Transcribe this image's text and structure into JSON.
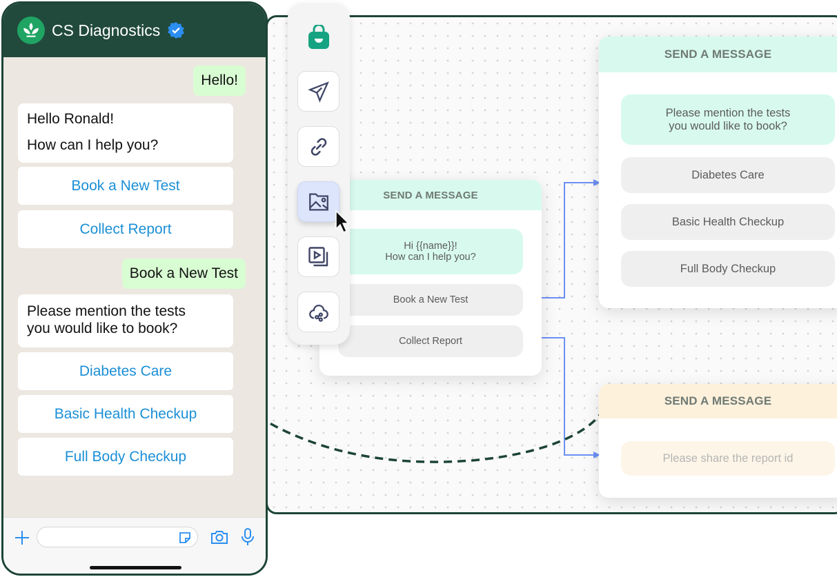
{
  "phone": {
    "title": "CS Diagnostics",
    "messages": [
      {
        "from": "user",
        "text": "Hello!"
      },
      {
        "from": "bot",
        "lines": [
          "Hello Ronald!",
          "How can I help you?"
        ]
      },
      {
        "from": "user",
        "text": "Book a New Test"
      },
      {
        "from": "bot",
        "lines": [
          "Please mention the tests",
          "you would like to book?"
        ]
      }
    ],
    "quick_replies_1": [
      "Book a New Test",
      "Collect Report"
    ],
    "quick_replies_2": [
      "Diabetes Care",
      "Basic Health Checkup",
      "Full Body Checkup"
    ],
    "input_placeholder": ""
  },
  "toolbar": {
    "tools": [
      "send-message",
      "link",
      "image",
      "video",
      "cloud-share"
    ],
    "active": "image"
  },
  "flow": {
    "card1": {
      "header": "SEND A MESSAGE",
      "message": [
        "Hi {{name}}!",
        "How can I help you?"
      ],
      "buttons": [
        "Book a New Test",
        "Collect Report"
      ]
    },
    "card2": {
      "header": "SEND A MESSAGE",
      "message": [
        "Please mention the tests",
        "you would like to book?"
      ],
      "buttons": [
        "Diabetes Care",
        "Basic Health Checkup",
        "Full Body Checkup"
      ]
    },
    "card3": {
      "header": "SEND A MESSAGE",
      "message": "Please share the report id"
    }
  },
  "colors": {
    "brand_dark": "#214a3d",
    "brand_green": "#1fa463",
    "link_blue": "#1b8fd6",
    "connector": "#6b8ff5"
  }
}
